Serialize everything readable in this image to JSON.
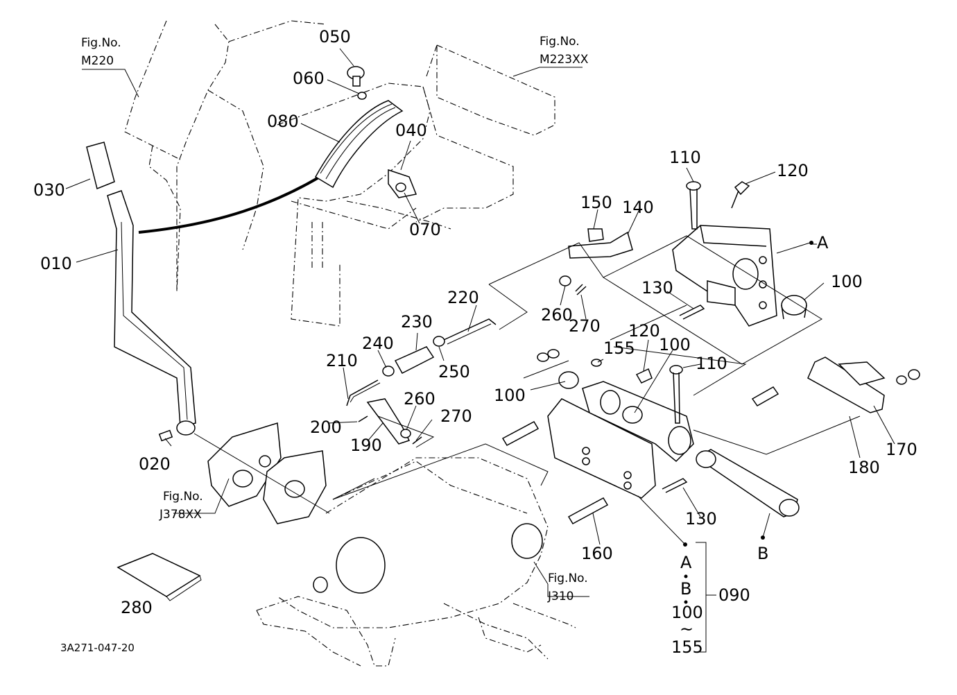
{
  "figure_refs": {
    "m220": {
      "label": "Fig.No.",
      "code": "M220"
    },
    "m223xx": {
      "label": "Fig.No.",
      "code": "M223XX"
    },
    "j378xx": {
      "label": "Fig.No.",
      "code": "J378XX"
    },
    "j310": {
      "label": "Fig.No.",
      "code": "J310"
    }
  },
  "parts": {
    "p010": "010",
    "p020": "020",
    "p030": "030",
    "p040": "040",
    "p050": "050",
    "p060": "060",
    "p070": "070",
    "p080": "080",
    "p100a": "100",
    "p100b": "100",
    "p100c": "100",
    "p100d": "100",
    "p110a": "110",
    "p110b": "110",
    "p120a": "120",
    "p120b": "120",
    "p130a": "130",
    "p130b": "130",
    "p140": "140",
    "p150": "150",
    "p155": "155",
    "p160": "160",
    "p170": "170",
    "p180": "180",
    "p190": "190",
    "p200": "200",
    "p210": "210",
    "p220": "220",
    "p230": "230",
    "p240": "240",
    "p250": "250",
    "p260a": "260",
    "p260b": "260",
    "p270a": "270",
    "p270b": "270",
    "p280": "280"
  },
  "markers": {
    "a": "A",
    "b": "B"
  },
  "assembly_090": {
    "number": "090",
    "contents": [
      "A",
      "B",
      "100",
      "~",
      "155"
    ]
  },
  "drawing_code": "3A271-047-20"
}
